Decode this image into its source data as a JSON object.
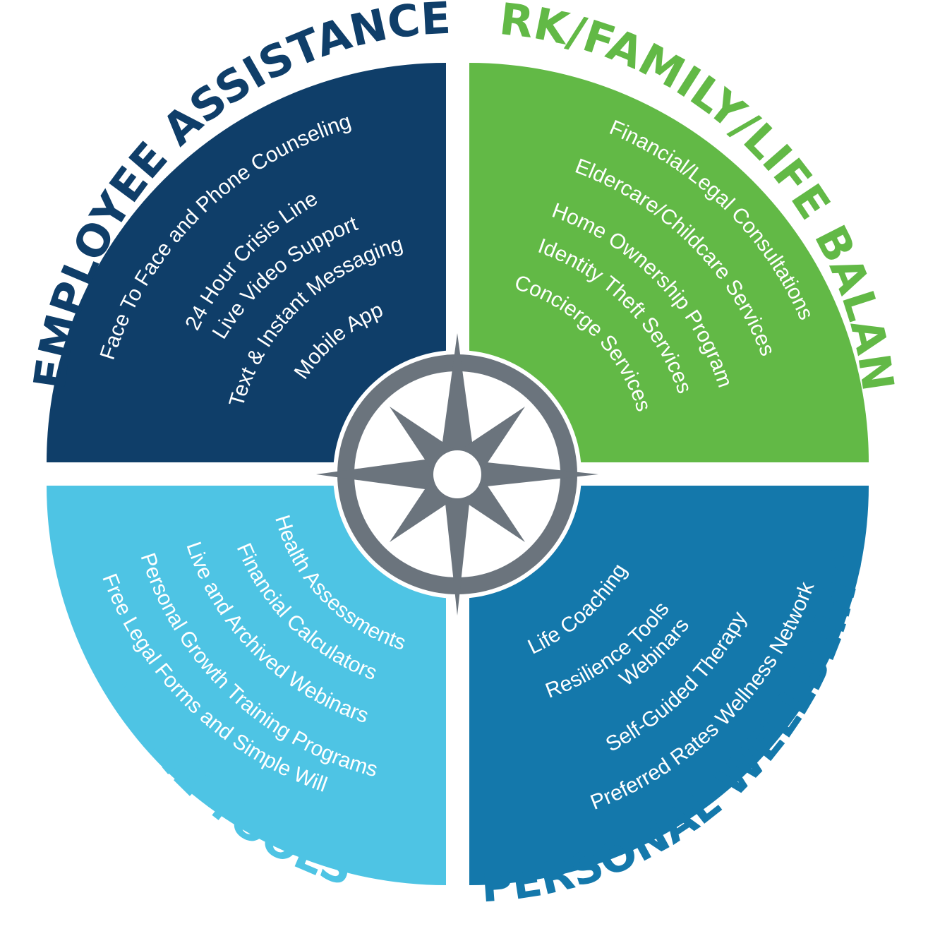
{
  "colors": {
    "employee_assistance": "#0f3e69",
    "work_family_life": "#62b946",
    "online_tools": "#4ec4e4",
    "personal_wellbeing": "#1478ab",
    "compass": "#6b747d",
    "item_text": "#ffffff"
  },
  "center_icon": "compass-rose-icon",
  "quadrants": {
    "employee_assistance": {
      "title": "EMPLOYEE ASSISTANCE",
      "items": [
        "Face To Face and Phone Counseling",
        "24 Hour Crisis Line",
        "Live Video Support",
        "Text & Instant Messaging",
        "Mobile App"
      ]
    },
    "work_family_life": {
      "title": "WORK/FAMILY/LIFE BALANCE",
      "items": [
        "Financial/Legal Consultations",
        "Eldercare/Childcare Services",
        "Home Ownership Program",
        "Identity Theft Services",
        "Concierge Services"
      ]
    },
    "online_tools": {
      "title": "ONLINE TOOLS",
      "items": [
        "Health Assessments",
        "Financial Calculators",
        "Live and Archived Webinars",
        "Personal Growth Training Programs",
        "Free Legal Forms and Simple Will"
      ]
    },
    "personal_wellbeing": {
      "title": "PERSONAL WELLBEING",
      "items": [
        "Life Coaching",
        "Resilience Tools",
        "Webinars",
        "Self-Guided Therapy",
        "Preferred Rates Wellness Network"
      ]
    }
  }
}
